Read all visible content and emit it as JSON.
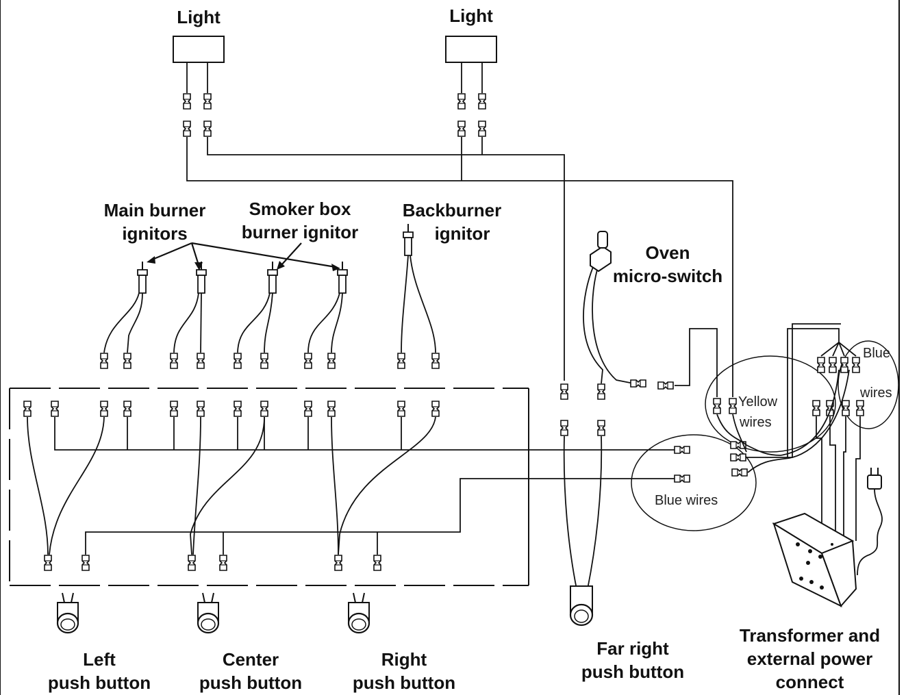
{
  "labels": {
    "light_left": "Light",
    "light_right": "Light",
    "main_burner_ignitors": [
      "Main burner",
      "ignitors"
    ],
    "smoker_box": [
      "Smoker box",
      "burner ignitor"
    ],
    "backburner": [
      "Backburner",
      "ignitor"
    ],
    "oven_switch": [
      "Oven",
      "micro-switch"
    ],
    "yellow_wires": [
      "Yellow",
      "wires"
    ],
    "blue_wires_right": [
      "Blue",
      "wires"
    ],
    "blue_wires_middle": "Blue wires",
    "left_button": [
      "Left",
      "push button"
    ],
    "center_button": [
      "Center",
      "push button"
    ],
    "right_button": [
      "Right",
      "push button"
    ],
    "far_right_button": [
      "Far right",
      "push button"
    ],
    "transformer": [
      "Transformer and",
      "external power",
      "connect"
    ]
  }
}
